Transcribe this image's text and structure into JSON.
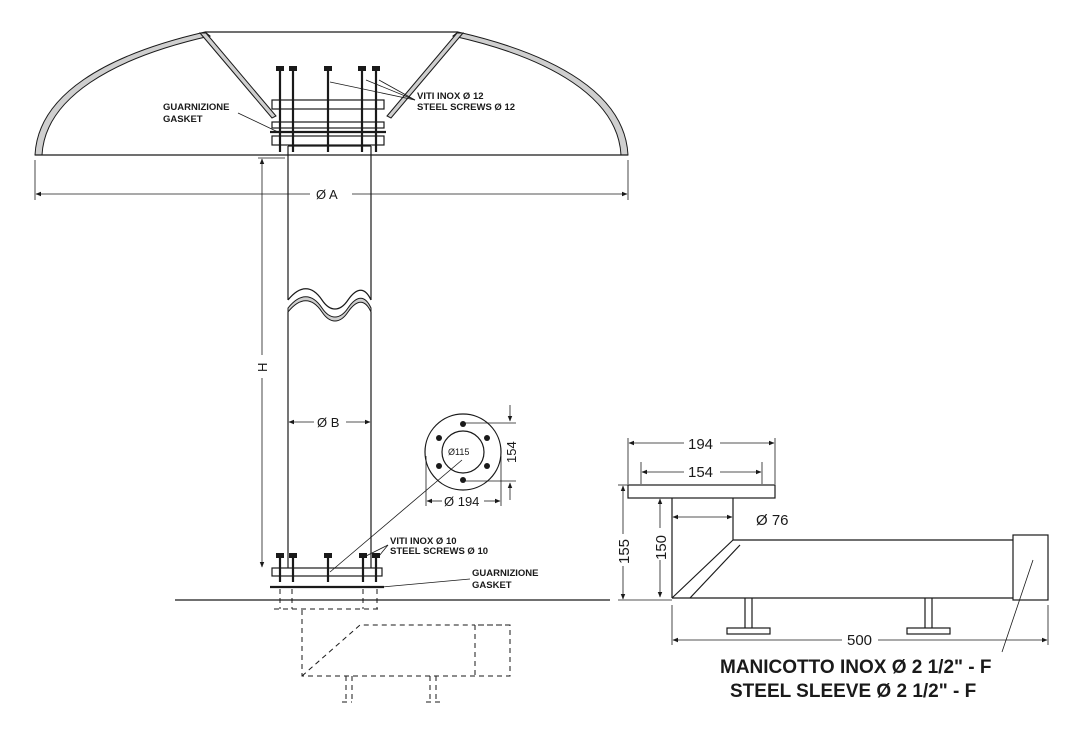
{
  "labels": {
    "screws_top_it": "VITI INOX Ø 12",
    "screws_top_en": "STEEL SCREWS Ø 12",
    "gasket_top_it": "GUARNIZIONE",
    "gasket_top_en": "GASKET",
    "dia_a": "Ø A",
    "height_h": "H",
    "dia_b": "Ø B",
    "flange_inner": "Ø115",
    "flange_pcd": "154",
    "flange_outer": "Ø 194",
    "screws_bottom_it": "VITI INOX Ø 10",
    "screws_bottom_en": "STEEL SCREWS Ø 10",
    "gasket_bottom_it": "GUARNIZIONE",
    "gasket_bottom_en": "GASKET",
    "side_194": "194",
    "side_154": "154",
    "side_76": "Ø 76",
    "side_155": "155",
    "side_150": "150",
    "side_500": "500",
    "sleeve_it": "MANICOTTO INOX Ø 2 1/2\" - F",
    "sleeve_en": "STEEL SLEEVE Ø 2 1/2\" - F"
  }
}
